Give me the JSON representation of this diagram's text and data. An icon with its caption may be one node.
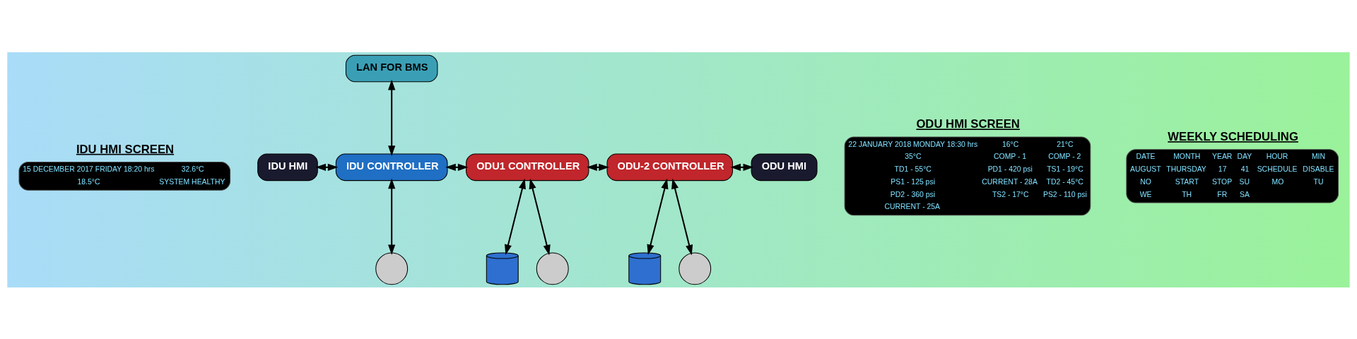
{
  "diagram": {
    "nodes": [
      {
        "text": [
          "IDU HMI SCREEN",
          "15 DECEMBER 2017 FRIDAY 18:20 hrs",
          "32.6°C",
          "18.5°C",
          "SYSTEM HEALTHY"
        ]
      },
      {
        "text": [
          "LAN FOR BMS"
        ]
      },
      {
        "text": [
          "IDU HMI"
        ]
      },
      {
        "text": [
          "IDU CONTROLLER"
        ]
      },
      {
        "text": [
          "ODU1 CONTROLLER"
        ]
      },
      {
        "text": [
          "ODU-2 CONTROLLER"
        ]
      },
      {
        "text": [
          "ODU HMI"
        ]
      },
      {
        "text": [],
        "shape": "circle"
      },
      {
        "text": [],
        "shape": "cylinder"
      },
      {
        "text": [],
        "shape": "circle"
      },
      {
        "text": [],
        "shape": "cylinder"
      },
      {
        "text": [],
        "shape": "circle"
      },
      {
        "text": [
          "ODU HMI SCREEN",
          "22 JANUARY 2018 MONDAY 18:30 hrs",
          "16°C",
          "21°C",
          "35°C",
          "COMP - 1",
          "COMP - 2",
          "TD1 - 55°C",
          "PD1 - 420 psi",
          "TS1 - 19°C",
          "PS1 - 125 psi",
          "CURRENT - 28A",
          "TD2 - 45°C",
          "PD2 - 360 psi",
          "TS2 - 17°C",
          "PS2 - 110 psi",
          "CURRENT - 25A"
        ]
      },
      {
        "text": [
          "WEEKLY SCHEDULING",
          "DATE",
          "MONTH",
          "YEAR",
          "DAY",
          "HOUR",
          "MIN",
          "AUGUST",
          "THURSDAY",
          "17",
          "41",
          "SCHEDULE",
          "DISABLE",
          "NO",
          "START",
          "STOP",
          "SU",
          "MO",
          "TU",
          "WE",
          "TH",
          "FR",
          "SA"
        ]
      }
    ],
    "edges": [
      {
        "from": 2,
        "to": 3,
        "arrow": "both"
      },
      {
        "from": 3,
        "to": 1,
        "arrow": "both"
      },
      {
        "from": 3,
        "to": 4,
        "arrow": "both"
      },
      {
        "from": 4,
        "to": 5,
        "arrow": "both"
      },
      {
        "from": 5,
        "to": 6,
        "arrow": "both"
      },
      {
        "from": 3,
        "to": 7,
        "arrow": "both"
      },
      {
        "from": 4,
        "to": 8,
        "arrow": "both"
      },
      {
        "from": 4,
        "to": 9,
        "arrow": "both"
      },
      {
        "from": 5,
        "to": 10,
        "arrow": "both"
      },
      {
        "from": 5,
        "to": 11,
        "arrow": "both"
      }
    ]
  }
}
